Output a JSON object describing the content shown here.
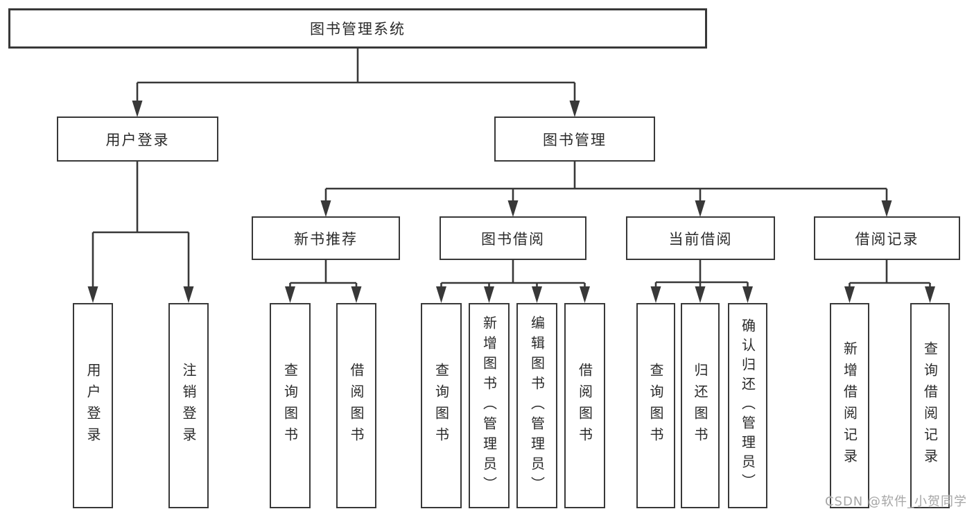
{
  "diagram": {
    "type": "tree",
    "nodes": {
      "root": {
        "label": "图书管理系统"
      },
      "user_login": {
        "label": "用户登录"
      },
      "book_mgmt": {
        "label": "图书管理"
      },
      "new_book_rec": {
        "label": "新书推荐"
      },
      "book_borrow": {
        "label": "图书借阅"
      },
      "current_borrow": {
        "label": "当前借阅"
      },
      "borrow_record": {
        "label": "借阅记录"
      },
      "leaf_user_login": {
        "label": "用户登录"
      },
      "leaf_logout": {
        "label": "注销登录"
      },
      "leaf_query_book_1": {
        "label": "查询图书"
      },
      "leaf_borrow_book_1": {
        "label": "借阅图书"
      },
      "leaf_query_book_2": {
        "label": "查询图书"
      },
      "leaf_add_book": {
        "label": "新增图书（管理员）"
      },
      "leaf_edit_book": {
        "label": "编辑图书（管理员）"
      },
      "leaf_borrow_book_2": {
        "label": "借阅图书"
      },
      "leaf_query_book_3": {
        "label": "查询图书"
      },
      "leaf_return_book": {
        "label": "归还图书"
      },
      "leaf_confirm_return": {
        "label": "确认归还（管理员）"
      },
      "leaf_add_record": {
        "label": "新增借阅记录"
      },
      "leaf_query_record": {
        "label": "查询借阅记录"
      }
    },
    "hierarchy": {
      "图书管理系统": [
        "用户登录",
        "图书管理"
      ],
      "用户登录": [
        "用户登录",
        "注销登录"
      ],
      "图书管理": [
        "新书推荐",
        "图书借阅",
        "当前借阅",
        "借阅记录"
      ],
      "新书推荐": [
        "查询图书",
        "借阅图书"
      ],
      "图书借阅": [
        "查询图书",
        "新增图书（管理员）",
        "编辑图书（管理员）",
        "借阅图书"
      ],
      "当前借阅": [
        "查询图书",
        "归还图书",
        "确认归还（管理员）"
      ],
      "借阅记录": [
        "新增借阅记录",
        "查询借阅记录"
      ]
    }
  },
  "watermark": {
    "text": "CSDN @软件_小贺同学"
  },
  "colors": {
    "line": "#383838",
    "box_border": "#383838",
    "text": "#2a2a2a",
    "watermark": "#a6a6a6",
    "background": "#ffffff"
  }
}
